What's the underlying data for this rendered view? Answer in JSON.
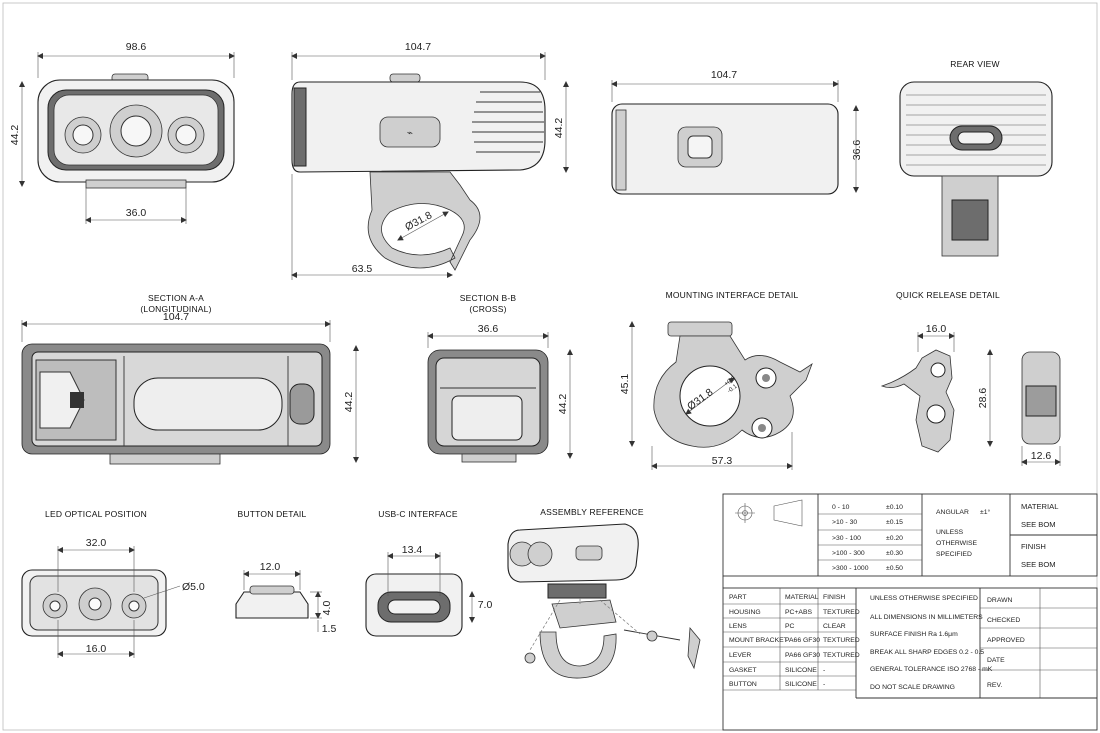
{
  "views": {
    "front": {
      "width": "98.6",
      "height": "44.2",
      "led_spacing": "36.0"
    },
    "side": {
      "length": "104.7",
      "height": "44.2",
      "clamp_dia": "Ø31.8",
      "clamp_reach": "63.5"
    },
    "top": {
      "length": "104.7",
      "height": "36.6"
    },
    "rear": {
      "title": "REAR VIEW"
    },
    "section_aa": {
      "title": "SECTION A-A",
      "subtitle": "(LONGITUDINAL)",
      "length": "104.7",
      "height": "44.2"
    },
    "section_bb": {
      "title": "SECTION B-B",
      "subtitle": "(CROSS)",
      "width": "36.6",
      "height": "44.2"
    },
    "mounting": {
      "title": "MOUNTING INTERFACE DETAIL",
      "height": "45.1",
      "dia": "Ø31.8",
      "dia_tol_top": "+0.2",
      "dia_tol_bot": "-0.1",
      "width": "57.3"
    },
    "quick_release": {
      "title": "QUICK RELEASE DETAIL",
      "width": "16.0",
      "height": "28.6",
      "thickness": "12.6"
    },
    "led_optical": {
      "title": "LED OPTICAL POSITION",
      "outer": "32.0",
      "inner": "16.0",
      "dia": "Ø5.0"
    },
    "button": {
      "title": "BUTTON DETAIL",
      "width": "12.0",
      "height": "4.0",
      "offset": "1.5"
    },
    "usbc": {
      "title": "USB-C INTERFACE",
      "width": "13.4",
      "height": "7.0"
    },
    "assembly": {
      "title": "ASSEMBLY REFERENCE"
    }
  },
  "tolerance_table": {
    "rows": [
      {
        "range": "0  -  10",
        "tol": "±0.10"
      },
      {
        "range": ">10 - 30",
        "tol": "±0.15"
      },
      {
        "range": ">30 - 100",
        "tol": "±0.20"
      },
      {
        "range": ">100 - 300",
        "tol": "±0.30"
      },
      {
        "range": ">300 - 1000",
        "tol": "±0.50"
      }
    ],
    "angular_label": "ANGULAR",
    "angular_value": "±1°",
    "unless": [
      "UNLESS",
      "OTHERWISE",
      "SPECIFIED"
    ],
    "material_label": "MATERIAL",
    "material_value": "SEE BOM",
    "finish_label": "FINISH",
    "finish_value": "SEE BOM"
  },
  "bom": {
    "headers": [
      "PART",
      "MATERIAL",
      "FINISH"
    ],
    "rows": [
      [
        "HOUSING",
        "PC+ABS",
        "TEXTURED"
      ],
      [
        "LENS",
        "PC",
        "CLEAR"
      ],
      [
        "MOUNT BRACKET",
        "PA66 GF30",
        "TEXTURED"
      ],
      [
        "LEVER",
        "PA66 GF30",
        "TEXTURED"
      ],
      [
        "GASKET",
        "SILICONE",
        "-"
      ],
      [
        "BUTTON",
        "SILICONE",
        "-"
      ]
    ]
  },
  "notes": [
    "UNLESS OTHERWISE SPECIFIED",
    "ALL DIMENSIONS IN MILLIMETERS",
    "SURFACE FINISH  Ra 1.6μm",
    "BREAK ALL SHARP EDGES 0.2 - 0.5",
    "GENERAL TOLERANCE ISO 2768 - mK",
    "DO NOT SCALE DRAWING"
  ],
  "signoff": [
    "DRAWN",
    "CHECKED",
    "APPROVED",
    "DATE",
    "REV."
  ]
}
